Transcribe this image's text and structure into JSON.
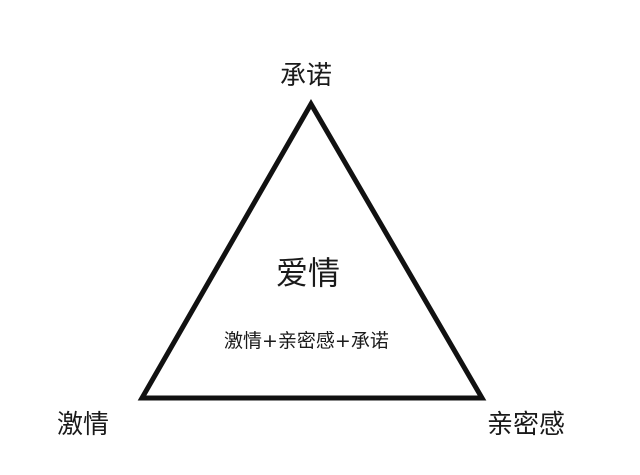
{
  "diagram": {
    "type": "triangle",
    "vertices": {
      "top": "承诺",
      "bottom_left": "激情",
      "bottom_right": "亲密感"
    },
    "center": {
      "title": "爱情",
      "formula": "激情+亲密感+承诺"
    },
    "colors": {
      "stroke": "#111111",
      "background": "#ffffff",
      "text": "#1a1a1a"
    }
  }
}
